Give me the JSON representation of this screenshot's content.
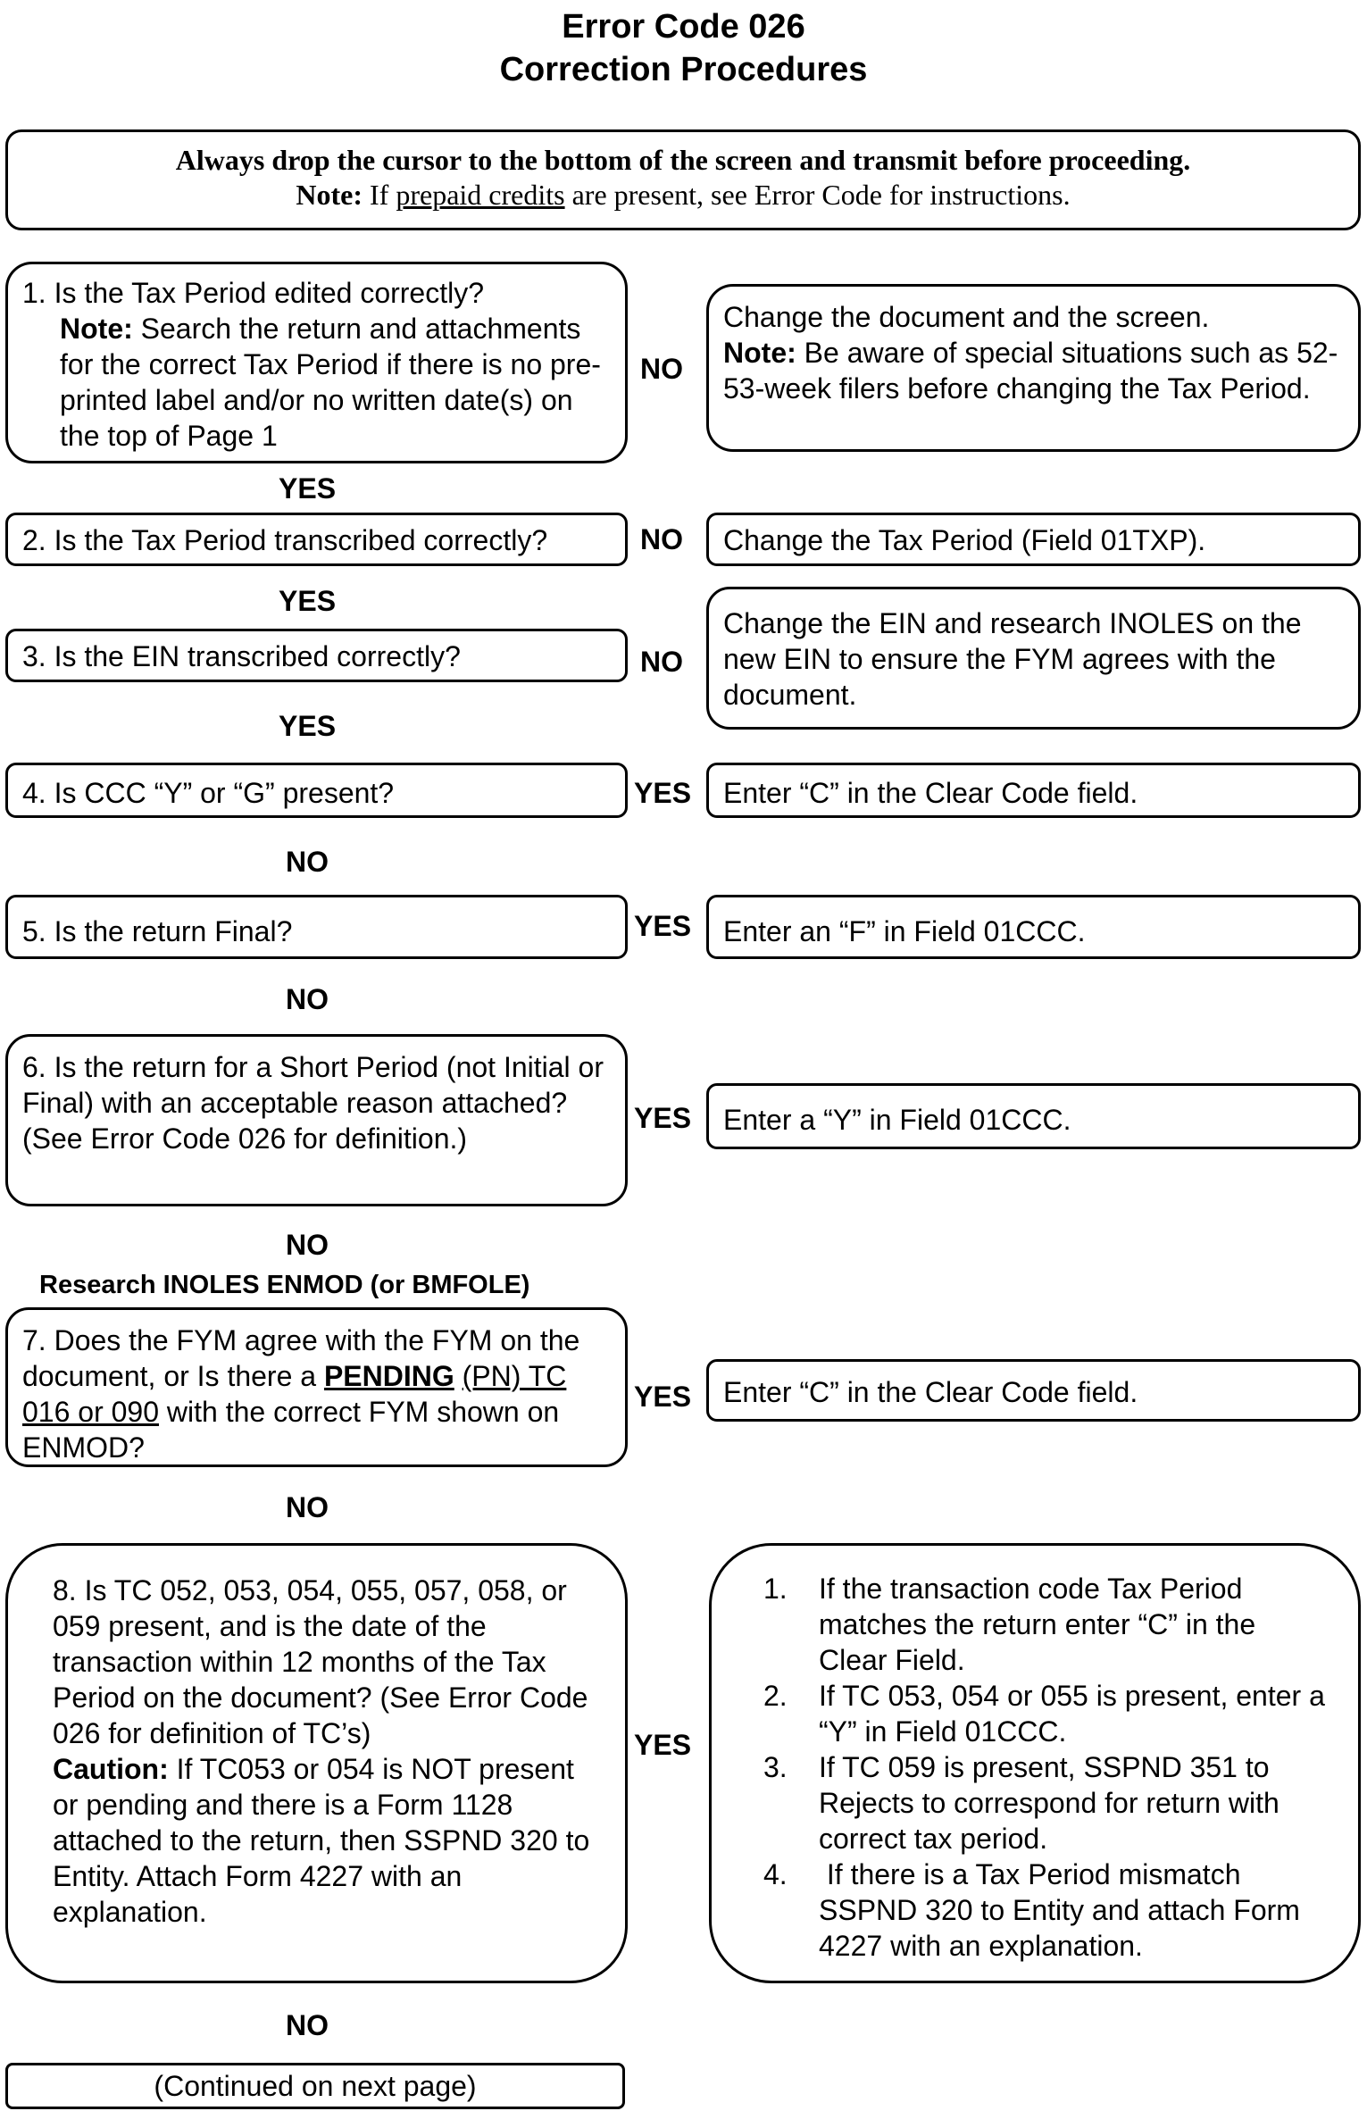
{
  "title": {
    "line1": "Error Code 026",
    "line2": "Correction Procedures"
  },
  "banner": {
    "line1": "Always drop the cursor to the bottom of the screen and transmit before proceeding.",
    "note_label": "Note:",
    "note_pre": "If",
    "note_link": "prepaid credits",
    "note_post": "are present, see Error Code for instructions."
  },
  "q1": {
    "line1": "1. Is the Tax Period edited correctly?",
    "note_label": "Note:",
    "note_text": "Search the return and attachments for the correct Tax Period if there is no pre-printed label and/or no written date(s) on the top of Page 1",
    "answer_no": "NO",
    "answer_yes": "YES",
    "action_line1": "Change the document and the screen.",
    "action_note_label": "Note:",
    "action_note_text": "Be aware of special situations such as 52-53-week filers before changing the Tax Period."
  },
  "q2": {
    "text": "2. Is the Tax Period transcribed correctly?",
    "answer_no": "NO",
    "answer_yes": "YES",
    "action": "Change the Tax Period (Field 01TXP)."
  },
  "q3": {
    "text": "3. Is the EIN transcribed correctly?",
    "answer_no": "NO",
    "answer_yes": "YES",
    "action": "Change the EIN and research INOLES on the new EIN to ensure the FYM agrees with the document."
  },
  "q4": {
    "text": "4. Is CCC “Y” or “G” present?",
    "answer_yes": "YES",
    "answer_no": "NO",
    "action": "Enter “C” in the Clear Code field."
  },
  "q5": {
    "text": "5. Is the return Final?",
    "answer_yes": "YES",
    "answer_no": "NO",
    "action": "Enter an “F” in Field 01CCC."
  },
  "q6": {
    "text": "6. Is the return for a Short Period (not Initial or Final) with an acceptable reason attached? (See Error Code 026 for definition.)",
    "answer_yes": "YES",
    "answer_no": "NO",
    "action": "Enter a “Y” in Field 01CCC.",
    "research": "Research INOLES ENMOD (or BMFOLE)"
  },
  "q7": {
    "text_pre": "7. Does the FYM agree with the FYM on the document, or Is there a",
    "pending": "PENDING",
    "pn_tc": "(PN) TC 016 or 090",
    "text_post": "with the correct FYM shown on ENMOD?",
    "answer_yes": "YES",
    "answer_no": "NO",
    "action": "Enter “C” in the Clear Code field."
  },
  "q8": {
    "text": "8. Is TC 052, 053, 054, 055, 057, 058, or 059 present, and is the date of the transaction within 12 months of the Tax Period on the document? (See Error Code 026 for definition of TC’s)",
    "caution_label": "Caution:",
    "caution_text": "If TC053 or 054 is NOT present or pending and there is a Form 1128 attached to the return, then SSPND 320 to Entity. Attach Form 4227 with an explanation.",
    "answer_yes": "YES",
    "answer_no": "NO",
    "actions": [
      {
        "num": "1.",
        "text": "If the transaction code Tax Period matches the return enter “C” in the Clear Field."
      },
      {
        "num": "2.",
        "text": "If TC 053, 054 or 055 is present, enter a “Y” in Field 01CCC."
      },
      {
        "num": "3.",
        "text": "If TC 059 is present, SSPND 351 to Rejects to correspond for return with correct tax period."
      },
      {
        "num": "4.",
        "text": " If there is a Tax Period mismatch SSPND 320 to Entity and attach Form 4227 with an explanation."
      }
    ]
  },
  "continued": "(Continued on next page)"
}
